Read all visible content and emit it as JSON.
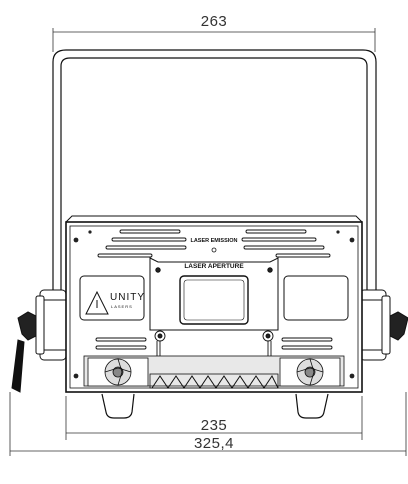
{
  "dimensions": {
    "top_width": "263",
    "body_width": "235",
    "overall_width": "325,4"
  },
  "labels": {
    "laser_emission": "LASER EMISSION",
    "laser_aperture": "LASER APERTURE"
  },
  "logo": {
    "brand": "UNITY",
    "sub": "LASERS"
  }
}
